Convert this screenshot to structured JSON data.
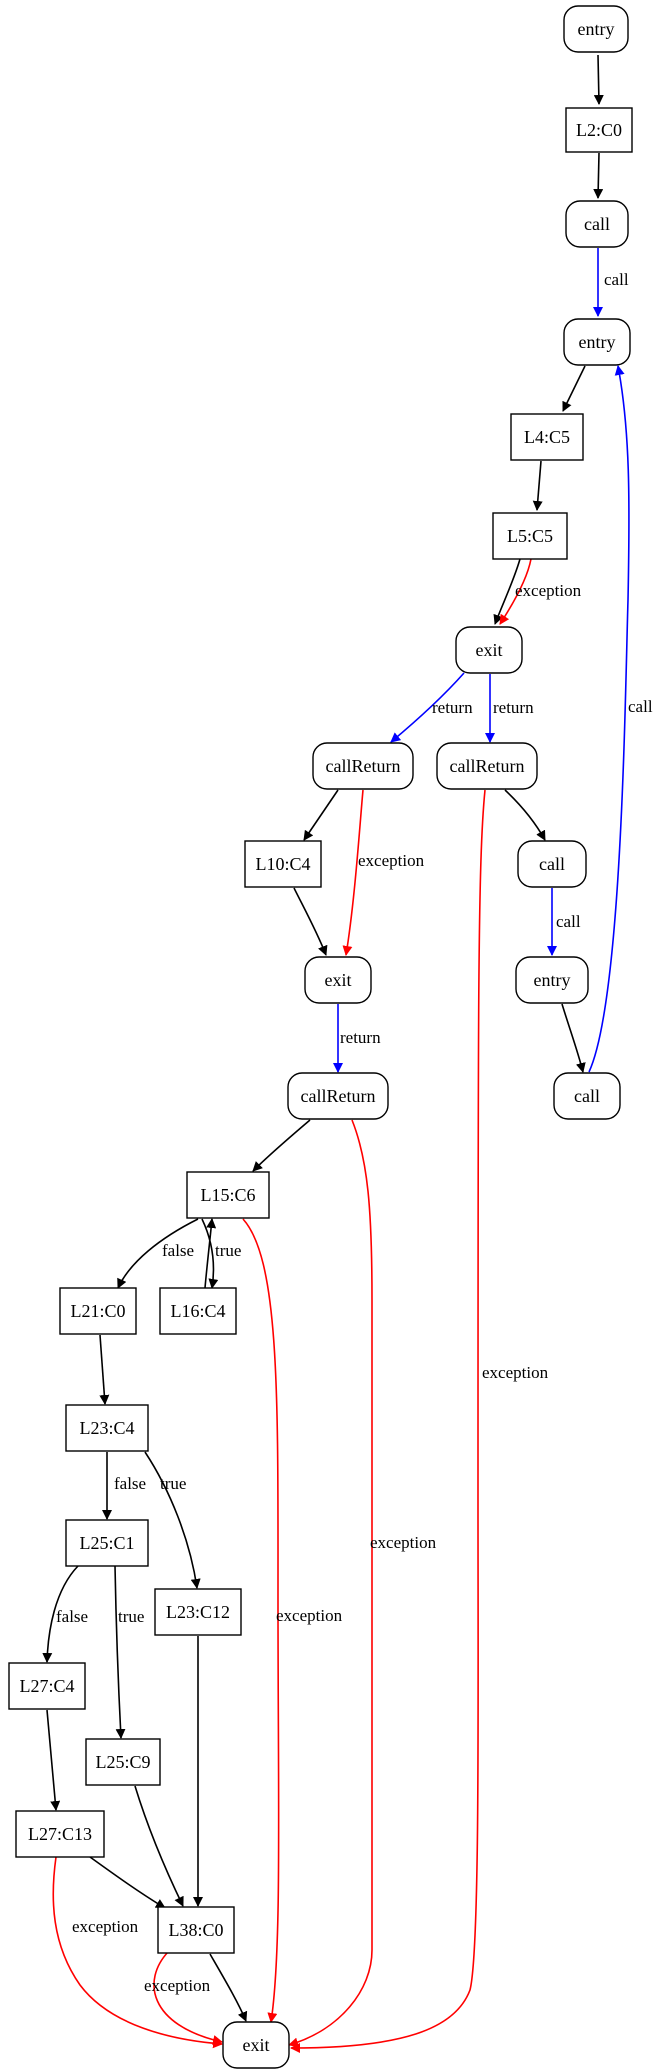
{
  "colors": {
    "flow": "#000000",
    "call": "#0000ff",
    "exception": "#ff0000",
    "node_border": "#000000",
    "background": "#ffffff"
  },
  "nodes": [
    {
      "id": "n1",
      "label": "entry",
      "shape": "rounded"
    },
    {
      "id": "n2",
      "label": "L2:C0",
      "shape": "box"
    },
    {
      "id": "n3",
      "label": "call",
      "shape": "rounded"
    },
    {
      "id": "n4",
      "label": "entry",
      "shape": "rounded"
    },
    {
      "id": "n5",
      "label": "L4:C5",
      "shape": "box"
    },
    {
      "id": "n6",
      "label": "L5:C5",
      "shape": "box"
    },
    {
      "id": "n7",
      "label": "exit",
      "shape": "rounded"
    },
    {
      "id": "n8",
      "label": "callReturn",
      "shape": "rounded"
    },
    {
      "id": "n9",
      "label": "callReturn",
      "shape": "rounded"
    },
    {
      "id": "n10",
      "label": "L10:C4",
      "shape": "box"
    },
    {
      "id": "n11",
      "label": "call",
      "shape": "rounded"
    },
    {
      "id": "n12",
      "label": "exit",
      "shape": "rounded"
    },
    {
      "id": "n13",
      "label": "entry",
      "shape": "rounded"
    },
    {
      "id": "n14",
      "label": "callReturn",
      "shape": "rounded"
    },
    {
      "id": "n15",
      "label": "call",
      "shape": "rounded"
    },
    {
      "id": "n16",
      "label": "L15:C6",
      "shape": "box"
    },
    {
      "id": "n17",
      "label": "L21:C0",
      "shape": "box"
    },
    {
      "id": "n18",
      "label": "L16:C4",
      "shape": "box"
    },
    {
      "id": "n19",
      "label": "L23:C4",
      "shape": "box"
    },
    {
      "id": "n20",
      "label": "L25:C1",
      "shape": "box"
    },
    {
      "id": "n21",
      "label": "L23:C12",
      "shape": "box"
    },
    {
      "id": "n22",
      "label": "L27:C4",
      "shape": "box"
    },
    {
      "id": "n23",
      "label": "L25:C9",
      "shape": "box"
    },
    {
      "id": "n24",
      "label": "L27:C13",
      "shape": "box"
    },
    {
      "id": "n25",
      "label": "L38:C0",
      "shape": "box"
    },
    {
      "id": "n26",
      "label": "exit",
      "shape": "rounded"
    }
  ],
  "edges": [
    {
      "id": "e1",
      "kind": "flow",
      "label": ""
    },
    {
      "id": "e2",
      "kind": "flow",
      "label": ""
    },
    {
      "id": "e3",
      "kind": "call",
      "label": "call"
    },
    {
      "id": "e4",
      "kind": "flow",
      "label": ""
    },
    {
      "id": "e5",
      "kind": "flow",
      "label": ""
    },
    {
      "id": "e6",
      "kind": "flow",
      "label": ""
    },
    {
      "id": "e7",
      "kind": "exception",
      "label": "exception"
    },
    {
      "id": "e8",
      "kind": "call",
      "label": "return"
    },
    {
      "id": "e9",
      "kind": "call",
      "label": "return"
    },
    {
      "id": "e10",
      "kind": "flow",
      "label": ""
    },
    {
      "id": "e11",
      "kind": "exception",
      "label": "exception"
    },
    {
      "id": "e12",
      "kind": "flow",
      "label": ""
    },
    {
      "id": "e13",
      "kind": "exception",
      "label": "exception"
    },
    {
      "id": "e14",
      "kind": "flow",
      "label": ""
    },
    {
      "id": "e15",
      "kind": "call",
      "label": "call"
    },
    {
      "id": "e16",
      "kind": "flow",
      "label": ""
    },
    {
      "id": "e17",
      "kind": "call",
      "label": "call"
    },
    {
      "id": "e18",
      "kind": "call",
      "label": "return"
    },
    {
      "id": "e19",
      "kind": "flow",
      "label": ""
    },
    {
      "id": "e20",
      "kind": "exception",
      "label": "exception"
    },
    {
      "id": "e21",
      "kind": "flow",
      "label": "false"
    },
    {
      "id": "e22",
      "kind": "flow",
      "label": "true"
    },
    {
      "id": "e23",
      "kind": "flow",
      "label": ""
    },
    {
      "id": "e24",
      "kind": "exception",
      "label": "exception"
    },
    {
      "id": "e25",
      "kind": "flow",
      "label": ""
    },
    {
      "id": "e26",
      "kind": "flow",
      "label": "false"
    },
    {
      "id": "e27",
      "kind": "flow",
      "label": "true"
    },
    {
      "id": "e28",
      "kind": "flow",
      "label": "false"
    },
    {
      "id": "e29",
      "kind": "flow",
      "label": "true"
    },
    {
      "id": "e30",
      "kind": "flow",
      "label": ""
    },
    {
      "id": "e31",
      "kind": "flow",
      "label": ""
    },
    {
      "id": "e32",
      "kind": "flow",
      "label": ""
    },
    {
      "id": "e33",
      "kind": "flow",
      "label": ""
    },
    {
      "id": "e34",
      "kind": "exception",
      "label": "exception"
    },
    {
      "id": "e35",
      "kind": "flow",
      "label": ""
    },
    {
      "id": "e36",
      "kind": "exception",
      "label": "exception"
    }
  ]
}
